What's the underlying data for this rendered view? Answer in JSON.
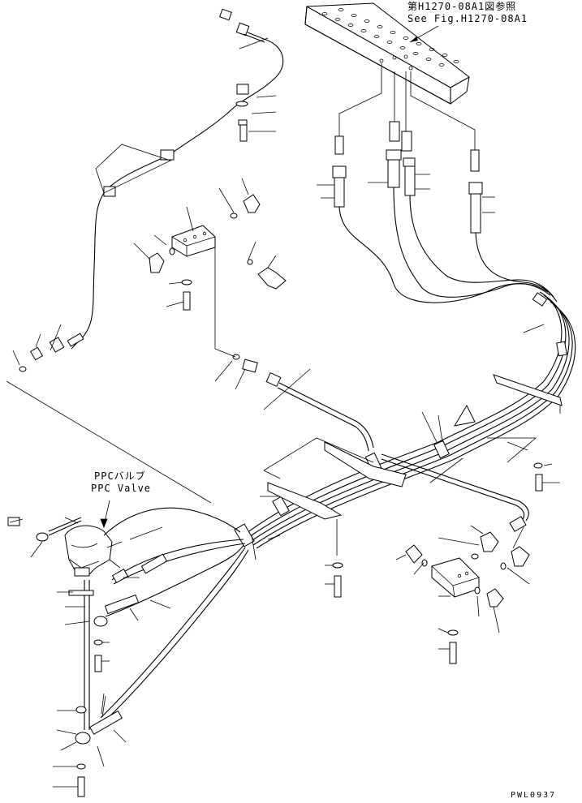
{
  "diagram": {
    "reference_ja": "第H1270-08A1図参照",
    "reference_en": "See Fig.H1270-08A1",
    "ppc_label_ja": "PPCバルブ",
    "ppc_label_en": "PPC Valve",
    "drawing_code": "PWL0937"
  }
}
